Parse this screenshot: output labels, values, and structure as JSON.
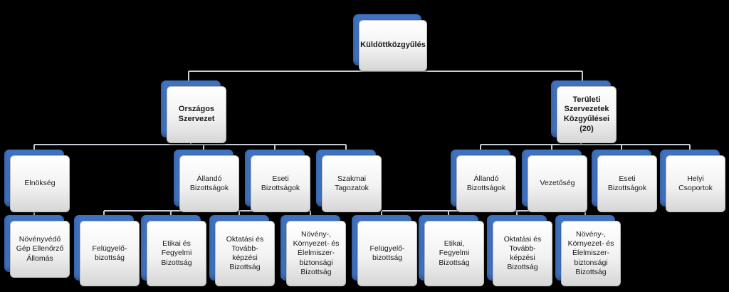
{
  "nodes": {
    "root": "Küldöttközgyűlés",
    "orszagos": "Országos\nSzervezet",
    "teruleti": "Területi\nSzervezetek\nKözgyűlései\n(20)",
    "elnokseg": "Elnökség",
    "allando1": "Állandó\nBizottságok",
    "eseti1": "Eseti\nBizottságok",
    "szakmai": "Szakmai\nTagozatok",
    "allando2": "Állandó\nBizottságok",
    "vezetoseg": "Vezetőség",
    "eseti2": "Eseti\nBizottságok",
    "helyi": "Helyi\nCsoportok",
    "novenyvedo": "Növényvédő\nGép Ellenőrző\nÁllomás",
    "felugyelo1": "Felügyelő-\nbizottság",
    "etikai1": "Etikai és\nFegyelmi\nBizottság",
    "oktatasi1": "Oktatási és\nTovább-\nképzési\nBizottság",
    "noveny1": "Növény-,\nKörnyezet- és\nÉlelmiszer-\nbiztonsági\nBizottság",
    "felugyelo2": "Felügyelő-\nbizottság",
    "etikai2": "Etikai,\nFegyelmi\nBizottság",
    "oktatasi2": "Oktatási és\nTovább-\nképzési\nBizottság",
    "noveny2": "Növény-,\nKörnyezet- és\nÉlelmiszer-\nbiztonsági\nBizottság"
  },
  "colors": {
    "box_back": "#3f72c0",
    "connector": "#c8ccd4",
    "background": "#000000"
  }
}
